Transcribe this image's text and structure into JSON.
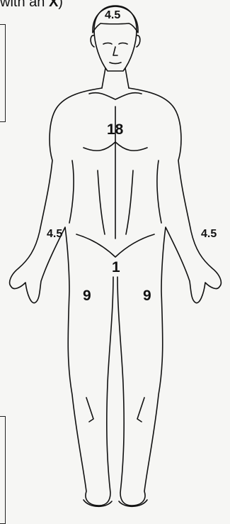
{
  "caption": {
    "prefix": "with an ",
    "mark": "X",
    "suffix": ")"
  },
  "regions": {
    "head": "4.5",
    "torso_front": "18",
    "left_arm": "4.5",
    "right_arm": "4.5",
    "genital": "1",
    "left_leg": "9",
    "right_leg": "9"
  },
  "colors": {
    "line": "#111111",
    "paper": "#f6f6f4"
  }
}
